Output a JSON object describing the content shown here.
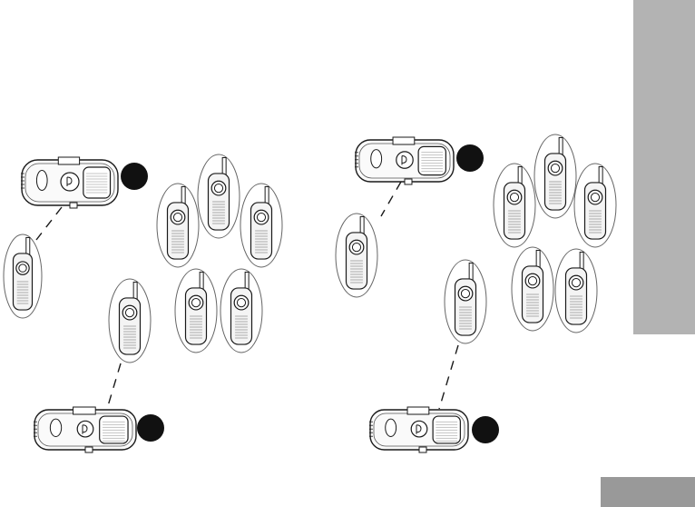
{
  "colors": {
    "side_tab": "#b3b3b3",
    "page_tab": "#999999",
    "line": "#1a1a1a",
    "marker": "#111111",
    "radio_fill": "#f4f4f4"
  },
  "icons": {
    "base_unit": "charger-dock-icon",
    "handset": "walkie-talkie-icon",
    "marker": "black-dot-marker"
  },
  "diagrams": [
    {
      "name": "left-diagram",
      "base_units": 2,
      "handsets": 7,
      "link": "dashed"
    },
    {
      "name": "right-diagram",
      "base_units": 2,
      "handsets": 7,
      "link": "dashed"
    }
  ]
}
